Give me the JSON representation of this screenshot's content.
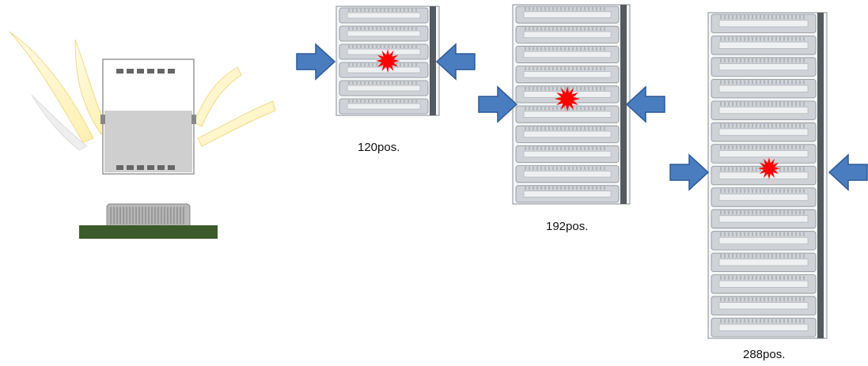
{
  "colors": {
    "arrow_fill": "#4a7cc0",
    "arrow_stroke": "#2d5a96",
    "burst": "#ff0000",
    "pcb": "#3d5a2a",
    "light_beam": "#fff3c2",
    "board_shell": "#cfd3d8",
    "board_slot": "#eef0f2"
  },
  "icons": [
    "light-beam",
    "connector-cross-section",
    "inward-arrow",
    "stress-burst"
  ],
  "connectors": [
    {
      "caption": "120pos.",
      "rows": 6
    },
    {
      "caption": "192pos.",
      "rows": 10
    },
    {
      "caption": "288pos.",
      "rows": 15
    }
  ]
}
